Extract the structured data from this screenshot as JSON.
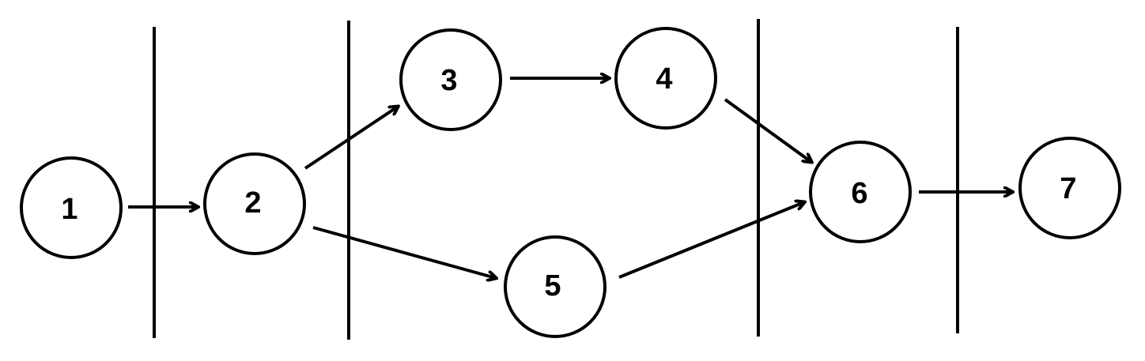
{
  "diagram": {
    "colors": {
      "stroke": "#000000",
      "background": "#ffffff"
    },
    "nodes": [
      {
        "id": "1",
        "label": "1"
      },
      {
        "id": "2",
        "label": "2"
      },
      {
        "id": "3",
        "label": "3"
      },
      {
        "id": "4",
        "label": "4"
      },
      {
        "id": "5",
        "label": "5"
      },
      {
        "id": "6",
        "label": "6"
      },
      {
        "id": "7",
        "label": "7"
      }
    ],
    "edges": [
      {
        "from": "1",
        "to": "2"
      },
      {
        "from": "2",
        "to": "3"
      },
      {
        "from": "2",
        "to": "5"
      },
      {
        "from": "3",
        "to": "4"
      },
      {
        "from": "4",
        "to": "6"
      },
      {
        "from": "5",
        "to": "6"
      },
      {
        "from": "6",
        "to": "7"
      }
    ],
    "separator_count": 4
  }
}
